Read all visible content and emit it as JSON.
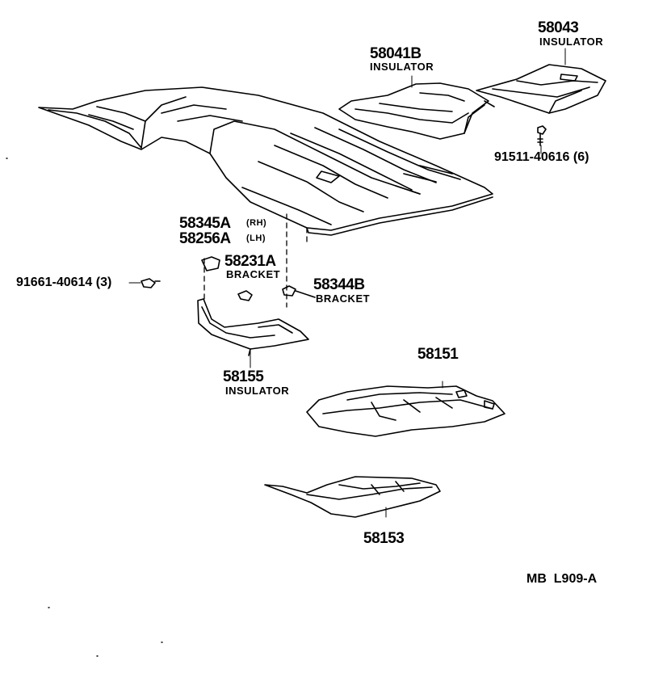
{
  "diagram": {
    "drawing_code": "MB  L909-A",
    "parts": [
      {
        "number": "58043",
        "description": "INSULATOR"
      },
      {
        "number": "58041B",
        "description": "INSULATOR"
      },
      {
        "number": "91511-40616 (6)",
        "description": ""
      },
      {
        "number": "58345A",
        "note": "(RH)"
      },
      {
        "number": "58256A",
        "note": "(LH)"
      },
      {
        "number": "58231A",
        "description": "BRACKET"
      },
      {
        "number": "91661-40614 (3)",
        "description": ""
      },
      {
        "number": "58344B",
        "description": "BRACKET"
      },
      {
        "number": "58155",
        "description": "INSULATOR"
      },
      {
        "number": "58151",
        "description": ""
      },
      {
        "number": "58153",
        "description": ""
      }
    ]
  }
}
